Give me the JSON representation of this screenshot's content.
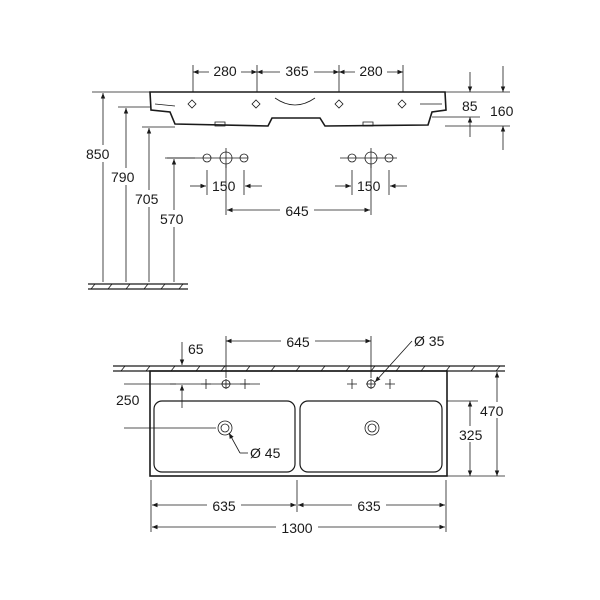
{
  "side_view": {
    "top_dims": [
      "280",
      "365",
      "280"
    ],
    "right_dims": [
      "85",
      "160"
    ],
    "height_dims": [
      "850",
      "790",
      "705",
      "570"
    ],
    "tap_spacing": [
      "150",
      "150"
    ],
    "tap_center": "645"
  },
  "top_view": {
    "edge_offset": "65",
    "tap_center": "645",
    "tap_hole": "Ø 35",
    "depth_tap": "250",
    "total_depth": "470",
    "bowl_depth": "325",
    "drain_hole": "Ø 45",
    "bowl_widths": [
      "635",
      "635"
    ],
    "total_width": "1300"
  }
}
